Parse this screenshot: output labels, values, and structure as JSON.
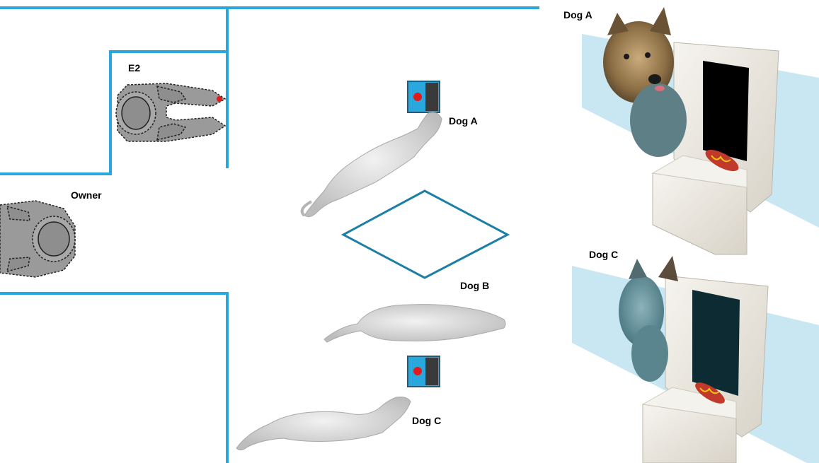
{
  "labels": {
    "e2": "E2",
    "owner": "Owner",
    "dog_a": "Dog A",
    "dog_b": "Dog B",
    "dog_c": "Dog C",
    "photo_dog_a": "Dog A",
    "photo_dog_c": "Dog C"
  },
  "colors": {
    "walls": "#2aa7dc",
    "rhombus": "#1d7fa6",
    "person": "#9a9a9a",
    "dog_body": "#d9d9d9",
    "device_body": "#2aa7dc",
    "device_screen": "#3a3a3a",
    "device_button": "#e11b1b",
    "glass": "#bfe3f1",
    "box_wood": "#efece6",
    "dog_a_fur": "#a98a5e",
    "dog_c_fur": "#5f8f9b",
    "sausage": "#c0392b"
  }
}
